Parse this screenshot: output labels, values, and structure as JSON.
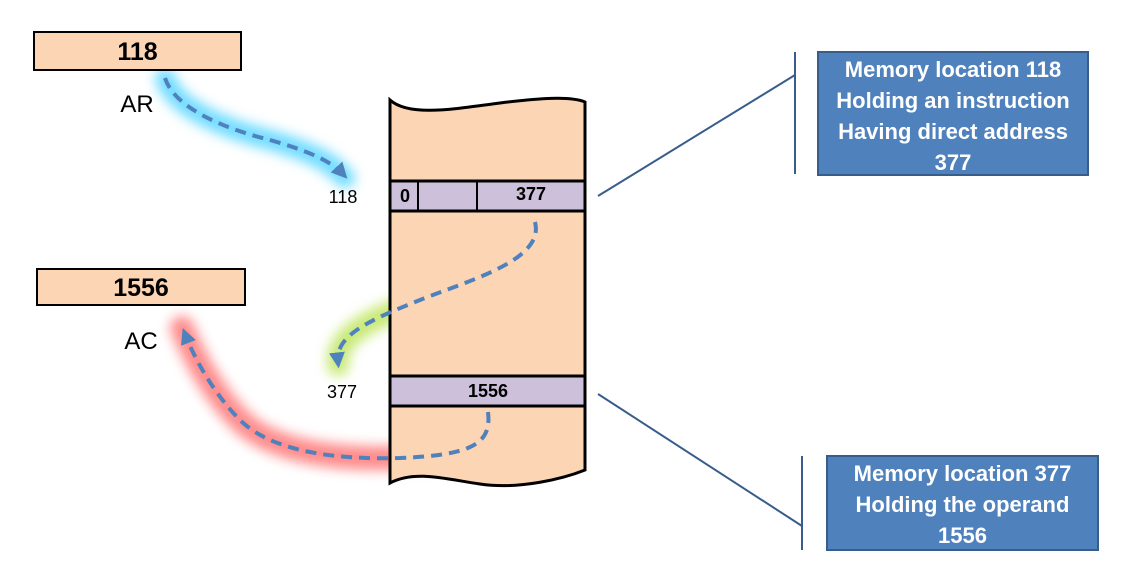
{
  "registers": {
    "ar": {
      "value": "118",
      "label": "AR"
    },
    "ac": {
      "value": "1556",
      "label": "AC"
    }
  },
  "memory": {
    "instruction_address": "118",
    "instruction_mode_bit": "0",
    "instruction_operand_address": "377",
    "operand_address": "377",
    "operand_value": "1556"
  },
  "callouts": {
    "instruction": {
      "line1": "Memory location 118",
      "line2": "Holding an instruction",
      "line3": "Having direct address",
      "line4": "377"
    },
    "operand": {
      "line1": "Memory location 377",
      "line2": "Holding the operand",
      "line3": "1556"
    }
  },
  "colors": {
    "register_fill": "#fcd5b5",
    "memory_fill": "#fcd5b5",
    "cell_fill": "#ccc0da",
    "arrow": "#4f81bd",
    "glow_blue": "#3fd0ff",
    "glow_green": "#b6e24a",
    "glow_red": "#ff5a5a",
    "callout_fill": "#4f81bd"
  }
}
